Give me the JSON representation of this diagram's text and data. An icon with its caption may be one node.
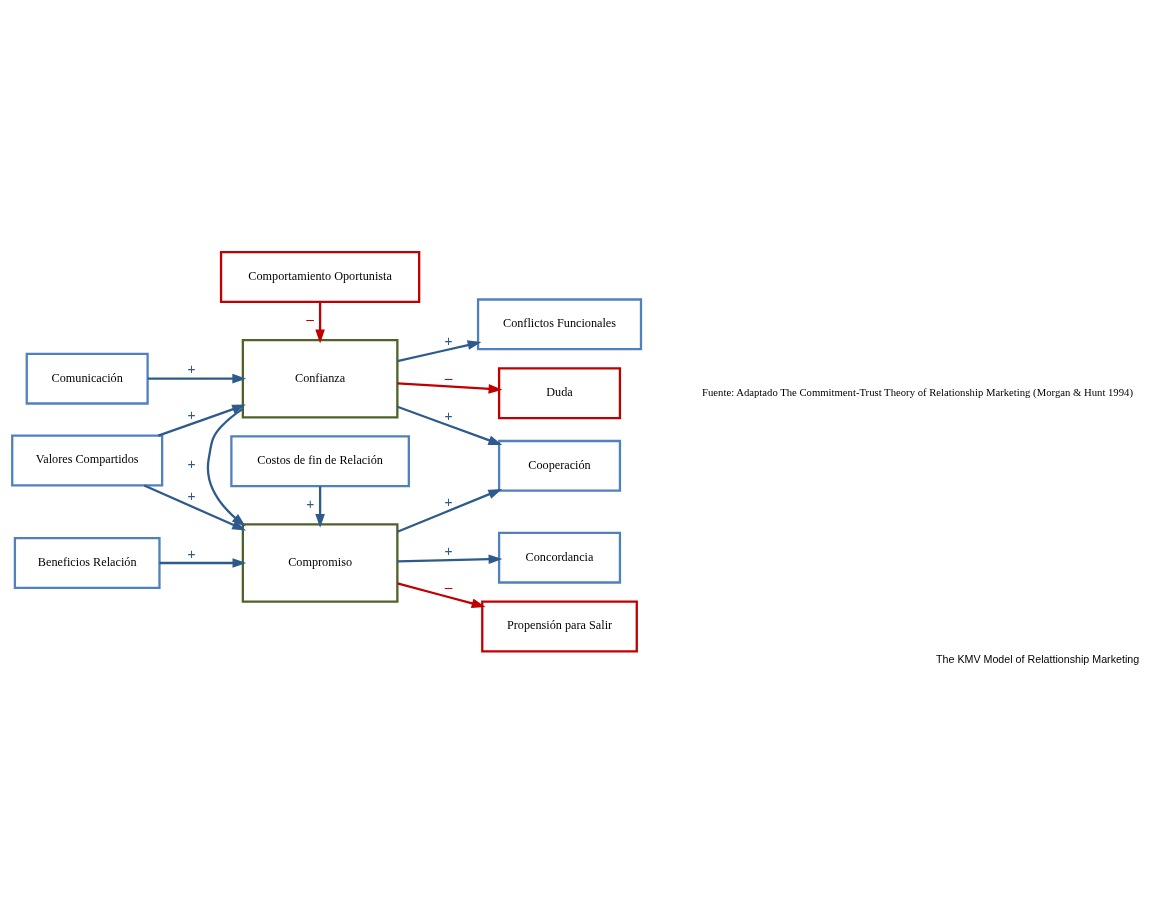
{
  "diagram": {
    "caption": "The KMV Model of Relattionship Marketing",
    "nodes": [
      {
        "text": [
          "Costos de fin de Relación"
        ]
      },
      {
        "text": [
          "Concordancia"
        ]
      },
      {
        "text": [
          "Beneficios Relación"
        ]
      },
      {
        "text": [
          "Compromiso"
        ]
      },
      {
        "text": [
          "Propensión para Salir"
        ]
      },
      {
        "text": [
          "Valores Compartidos"
        ]
      },
      {
        "text": [
          "Cooperación"
        ]
      },
      {
        "text": [
          "Confianza"
        ]
      },
      {
        "text": [
          "Comunicación"
        ]
      },
      {
        "text": [
          "Conflictos Funcionales"
        ]
      },
      {
        "text": [
          "Comportamiento Oportunista"
        ]
      },
      {
        "text": [
          "Duda"
        ]
      }
    ],
    "edges": [
      {
        "from": 0,
        "to": 3,
        "arrow": "to",
        "label": "+"
      },
      {
        "from": 3,
        "to": 1,
        "arrow": "to",
        "label": "+"
      },
      {
        "from": 2,
        "to": 3,
        "arrow": "to",
        "label": "+"
      },
      {
        "from": 5,
        "to": 3,
        "arrow": "to",
        "label": "+"
      },
      {
        "from": 5,
        "to": 7,
        "arrow": "to",
        "label": "+"
      },
      {
        "from": 8,
        "to": 7,
        "arrow": "to",
        "label": "+"
      },
      {
        "from": 7,
        "to": 3,
        "arrow": "to",
        "label": "+"
      },
      {
        "from": 3,
        "to": 4,
        "arrow": "to",
        "label": "–",
        "color": "#c00000"
      },
      {
        "from": 3,
        "to": 6,
        "arrow": "to",
        "label": "+"
      },
      {
        "from": 7,
        "to": 6,
        "arrow": "to",
        "label": "+"
      },
      {
        "from": 7,
        "to": 9,
        "arrow": "to",
        "label": "+"
      },
      {
        "from": 10,
        "to": 7,
        "arrow": "to",
        "label": "–",
        "color": "#c00000"
      },
      {
        "from": 7,
        "to": 11,
        "arrow": "to",
        "label": "–",
        "color": "#c00000"
      }
    ],
    "labels": [
      "Fuente: Adaptado The Commitment-Trust Theory of Relationship Marketing (Morgan & Hunt 1994)"
    ]
  }
}
